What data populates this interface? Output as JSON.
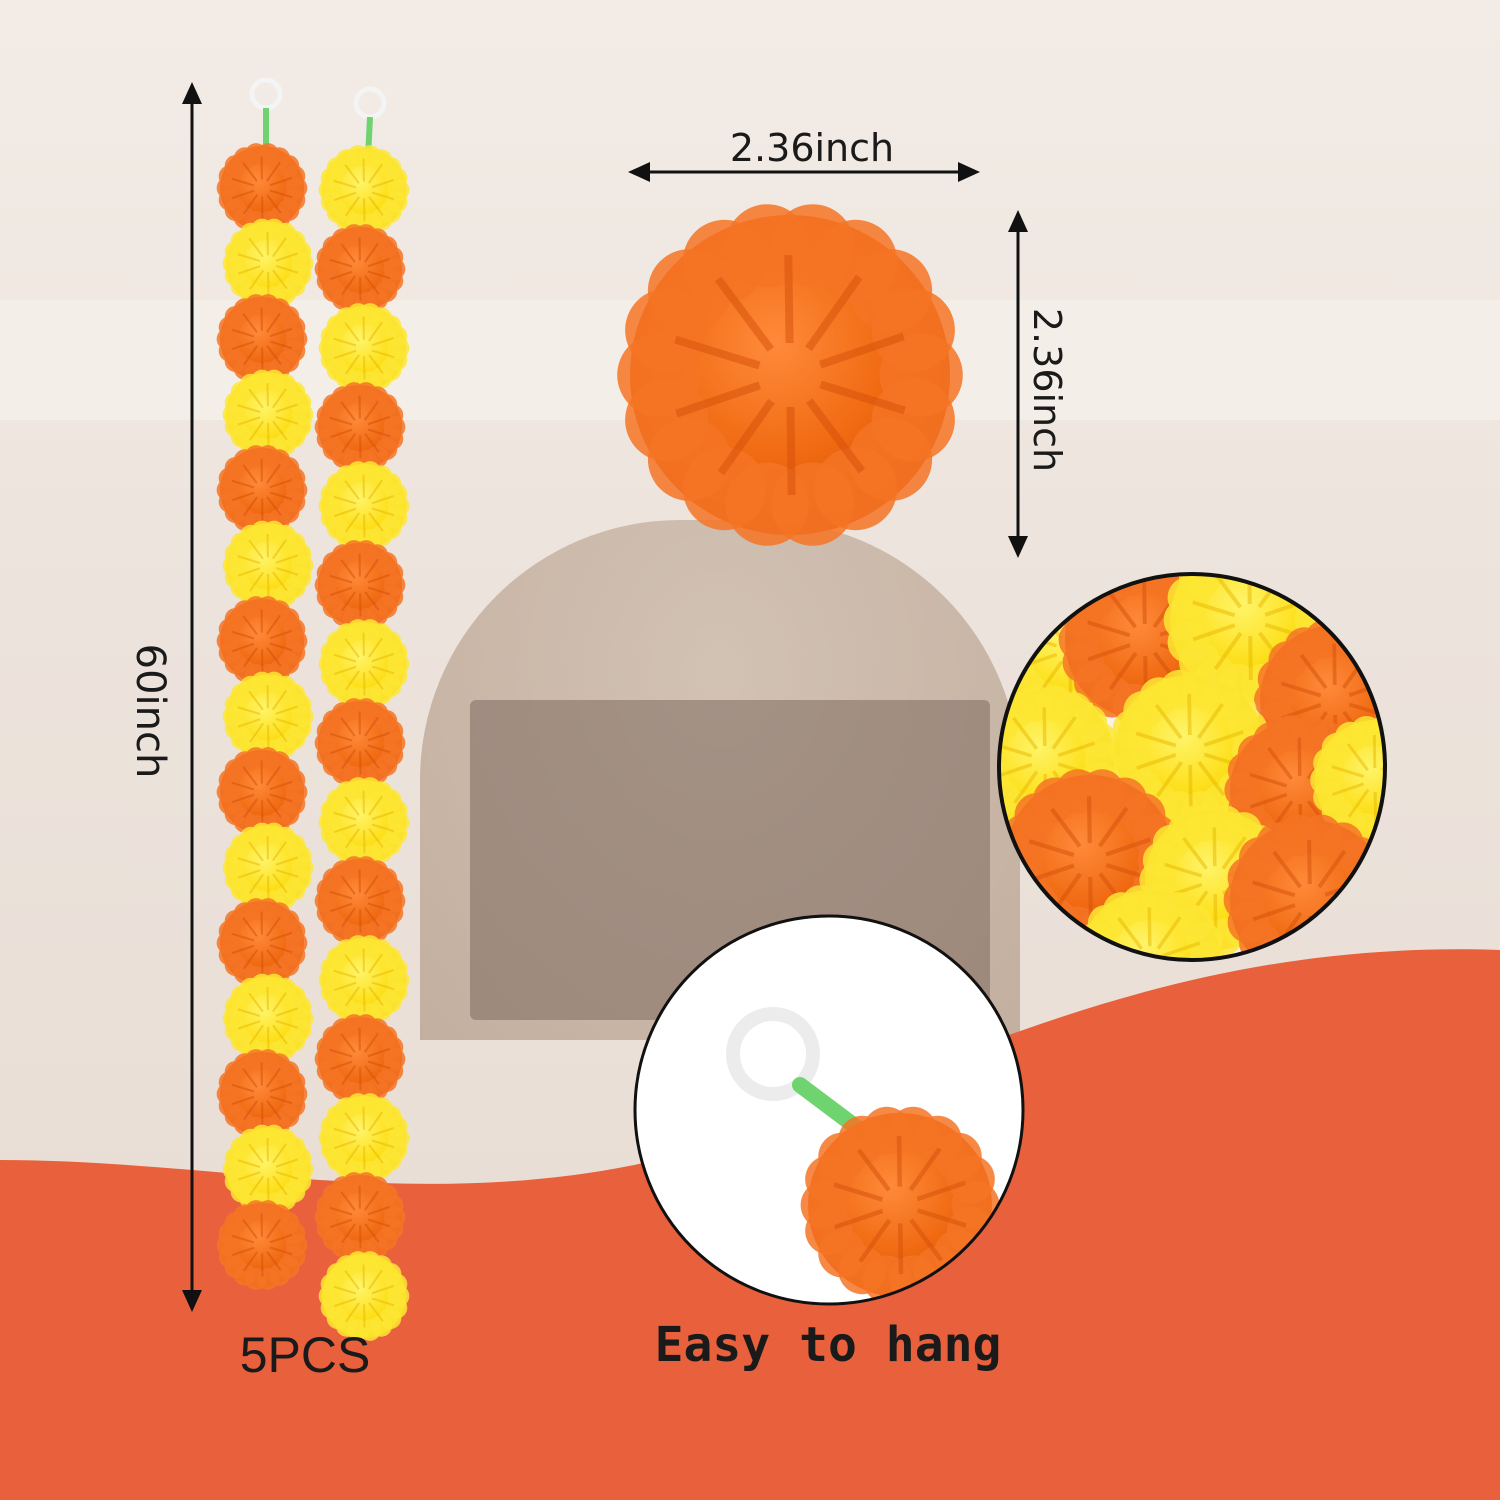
{
  "product": {
    "length_label": "60inch",
    "width_label": "2.36inch",
    "height_label": "2.36inch",
    "quantity_label": "5PCS",
    "feature_label": "Easy to hang"
  },
  "colors": {
    "orange": "#f06a12",
    "yellow": "#fde01c",
    "banner": "#e8613c",
    "stem": "#6fd36f"
  }
}
